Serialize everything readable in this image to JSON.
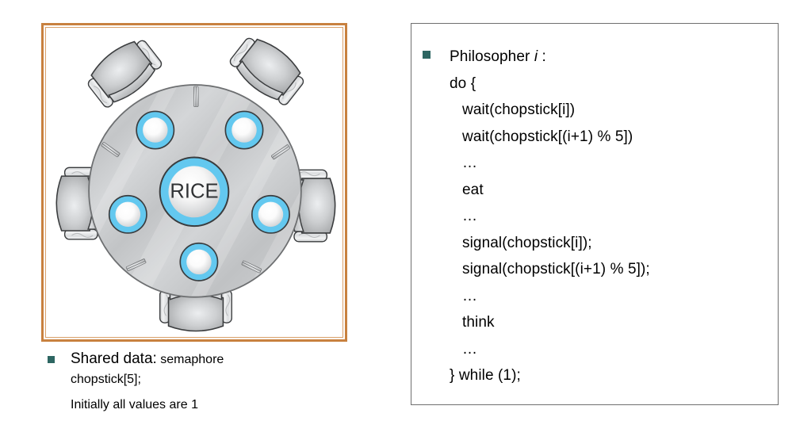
{
  "colors": {
    "frame_outer": "#c8813f",
    "frame_inner": "#d9a06a",
    "bullet_teal": "#2d6662",
    "bowl_ring_blue": "#63c8ef",
    "table_gray": "#c6c8ca",
    "chair_gray": "#bdbfc1",
    "code_box_border": "#6f6f6f"
  },
  "diagram": {
    "name": "dining-philosophers-table",
    "center_bowl_label": "RICE",
    "philosopher_chairs": 5,
    "philosopher_bowls": 5,
    "chopsticks": 5
  },
  "shared_data": {
    "bullet": "square",
    "line1_strong": "Shared data:",
    "line1_rest": " semaphore",
    "line2": "chopstick[5];",
    "line3": "Initially all values are 1"
  },
  "code": {
    "bullet": "square",
    "lines": [
      {
        "text": "Philosopher ",
        "italic": "i",
        "suffix": " :",
        "indent": 0,
        "type": "heading"
      },
      {
        "text": "do {",
        "indent": 0,
        "type": "code"
      },
      {
        "text": "wait(chopstick[i])",
        "indent": 1,
        "type": "code"
      },
      {
        "text": "wait(chopstick[(i+1) % 5])",
        "indent": 1,
        "type": "code"
      },
      {
        "text": "…",
        "indent": 1,
        "type": "ellipsis"
      },
      {
        "text": "eat",
        "indent": 1,
        "type": "code"
      },
      {
        "text": "…",
        "indent": 1,
        "type": "ellipsis"
      },
      {
        "text": "signal(chopstick[i]);",
        "indent": 1,
        "type": "code"
      },
      {
        "text": "signal(chopstick[(i+1) % 5]);",
        "indent": 1,
        "type": "code"
      },
      {
        "text": "…",
        "indent": 1,
        "type": "ellipsis"
      },
      {
        "text": "think",
        "indent": 1,
        "type": "code"
      },
      {
        "text": "…",
        "indent": 1,
        "type": "ellipsis"
      },
      {
        "text": "} while (1);",
        "indent": 0,
        "type": "code"
      }
    ]
  }
}
